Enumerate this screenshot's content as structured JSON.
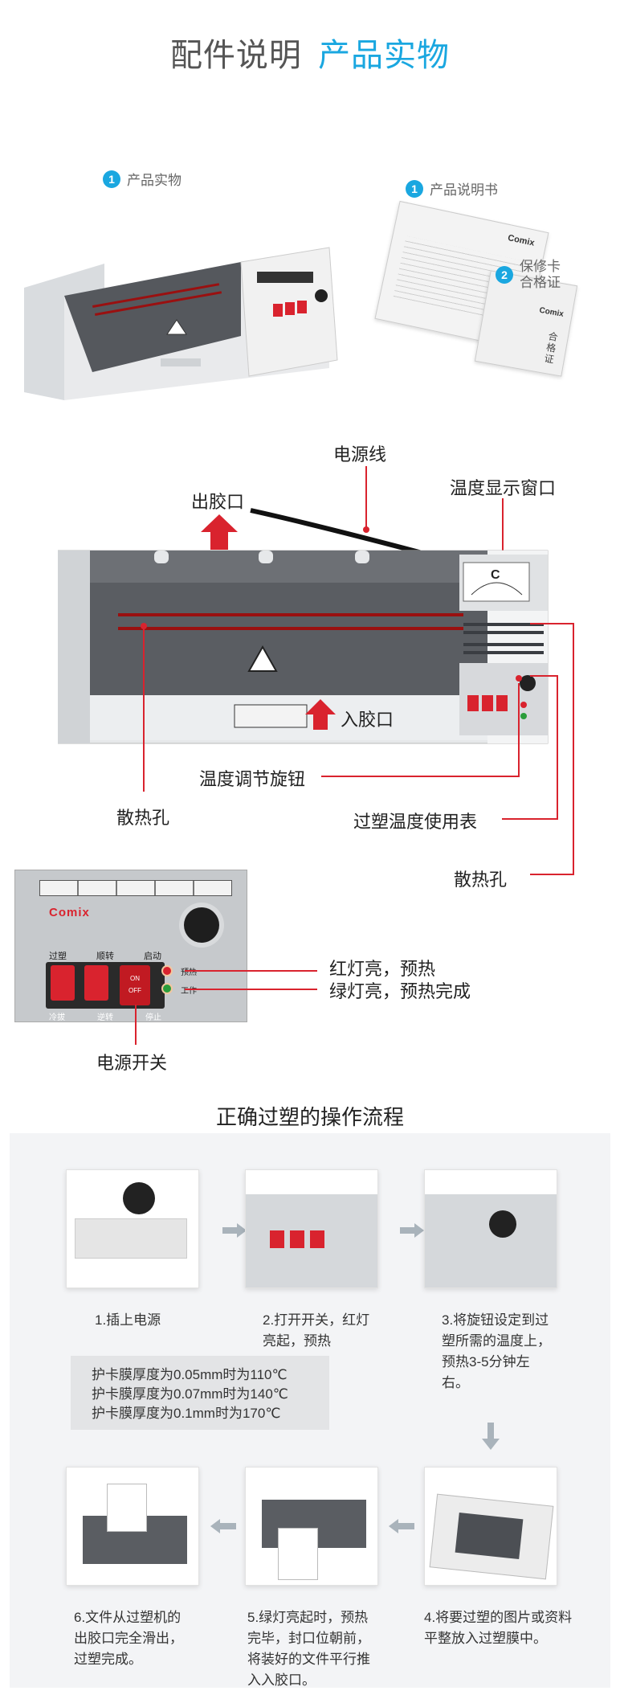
{
  "header": {
    "title_gray": "配件说明",
    "title_blue": "产品实物"
  },
  "accessories": {
    "item1": {
      "num": "1",
      "label": "产品实物"
    },
    "item2": {
      "num": "1",
      "label": "产品说明书"
    },
    "item3": {
      "num": "2",
      "label_line1": "保修卡",
      "label_line2": "合格证"
    },
    "manual_brand": "Comix",
    "card_brand": "Comix",
    "card_text": "合格证"
  },
  "diagram": {
    "power_cord": "电源线",
    "temp_window": "温度显示窗口",
    "output_slot": "出胶口",
    "input_slot": "入胶口",
    "temp_knob": "温度调节旋钮",
    "vent_left": "散热孔",
    "meter": "过塑温度使用表",
    "vent_right": "散热孔",
    "gauge_letter": "C"
  },
  "panel": {
    "brand": "Comix",
    "red_light": "红灯亮，预热",
    "green_light": "绿灯亮，预热完成",
    "power_switch": "电源开关",
    "switch_labels": [
      "过塑",
      "顺转",
      "启动"
    ],
    "switch_bottom": [
      "冷拔",
      "逆转",
      "停止"
    ],
    "on": "ON",
    "off": "OFF",
    "lamp_labels": [
      "预热",
      "工作"
    ]
  },
  "process": {
    "title": "正确过塑的操作流程",
    "steps": [
      {
        "text": "1.插上电源"
      },
      {
        "text": "2.打开开关，红灯亮起，预热"
      },
      {
        "text": "3.将旋钮设定到过塑所需的温度上，预热3-5分钟左右。"
      },
      {
        "text": "4.将要过塑的图片或资料平整放入过塑膜中。"
      },
      {
        "text": "5.绿灯亮起时，预热完毕，封口位朝前，将装好的文件平行推入入胶口。"
      },
      {
        "text": "6.文件从过塑机的出胶口完全滑出，过塑完成。"
      }
    ],
    "notes": [
      "护卡膜厚度为0.05mm时为110℃",
      "护卡膜厚度为0.07mm时为140℃",
      "护卡膜厚度为0.1mm时为170℃"
    ]
  },
  "colors": {
    "accent_blue": "#1aa7e0",
    "red": "#d9232e",
    "gray_title": "#555555"
  }
}
